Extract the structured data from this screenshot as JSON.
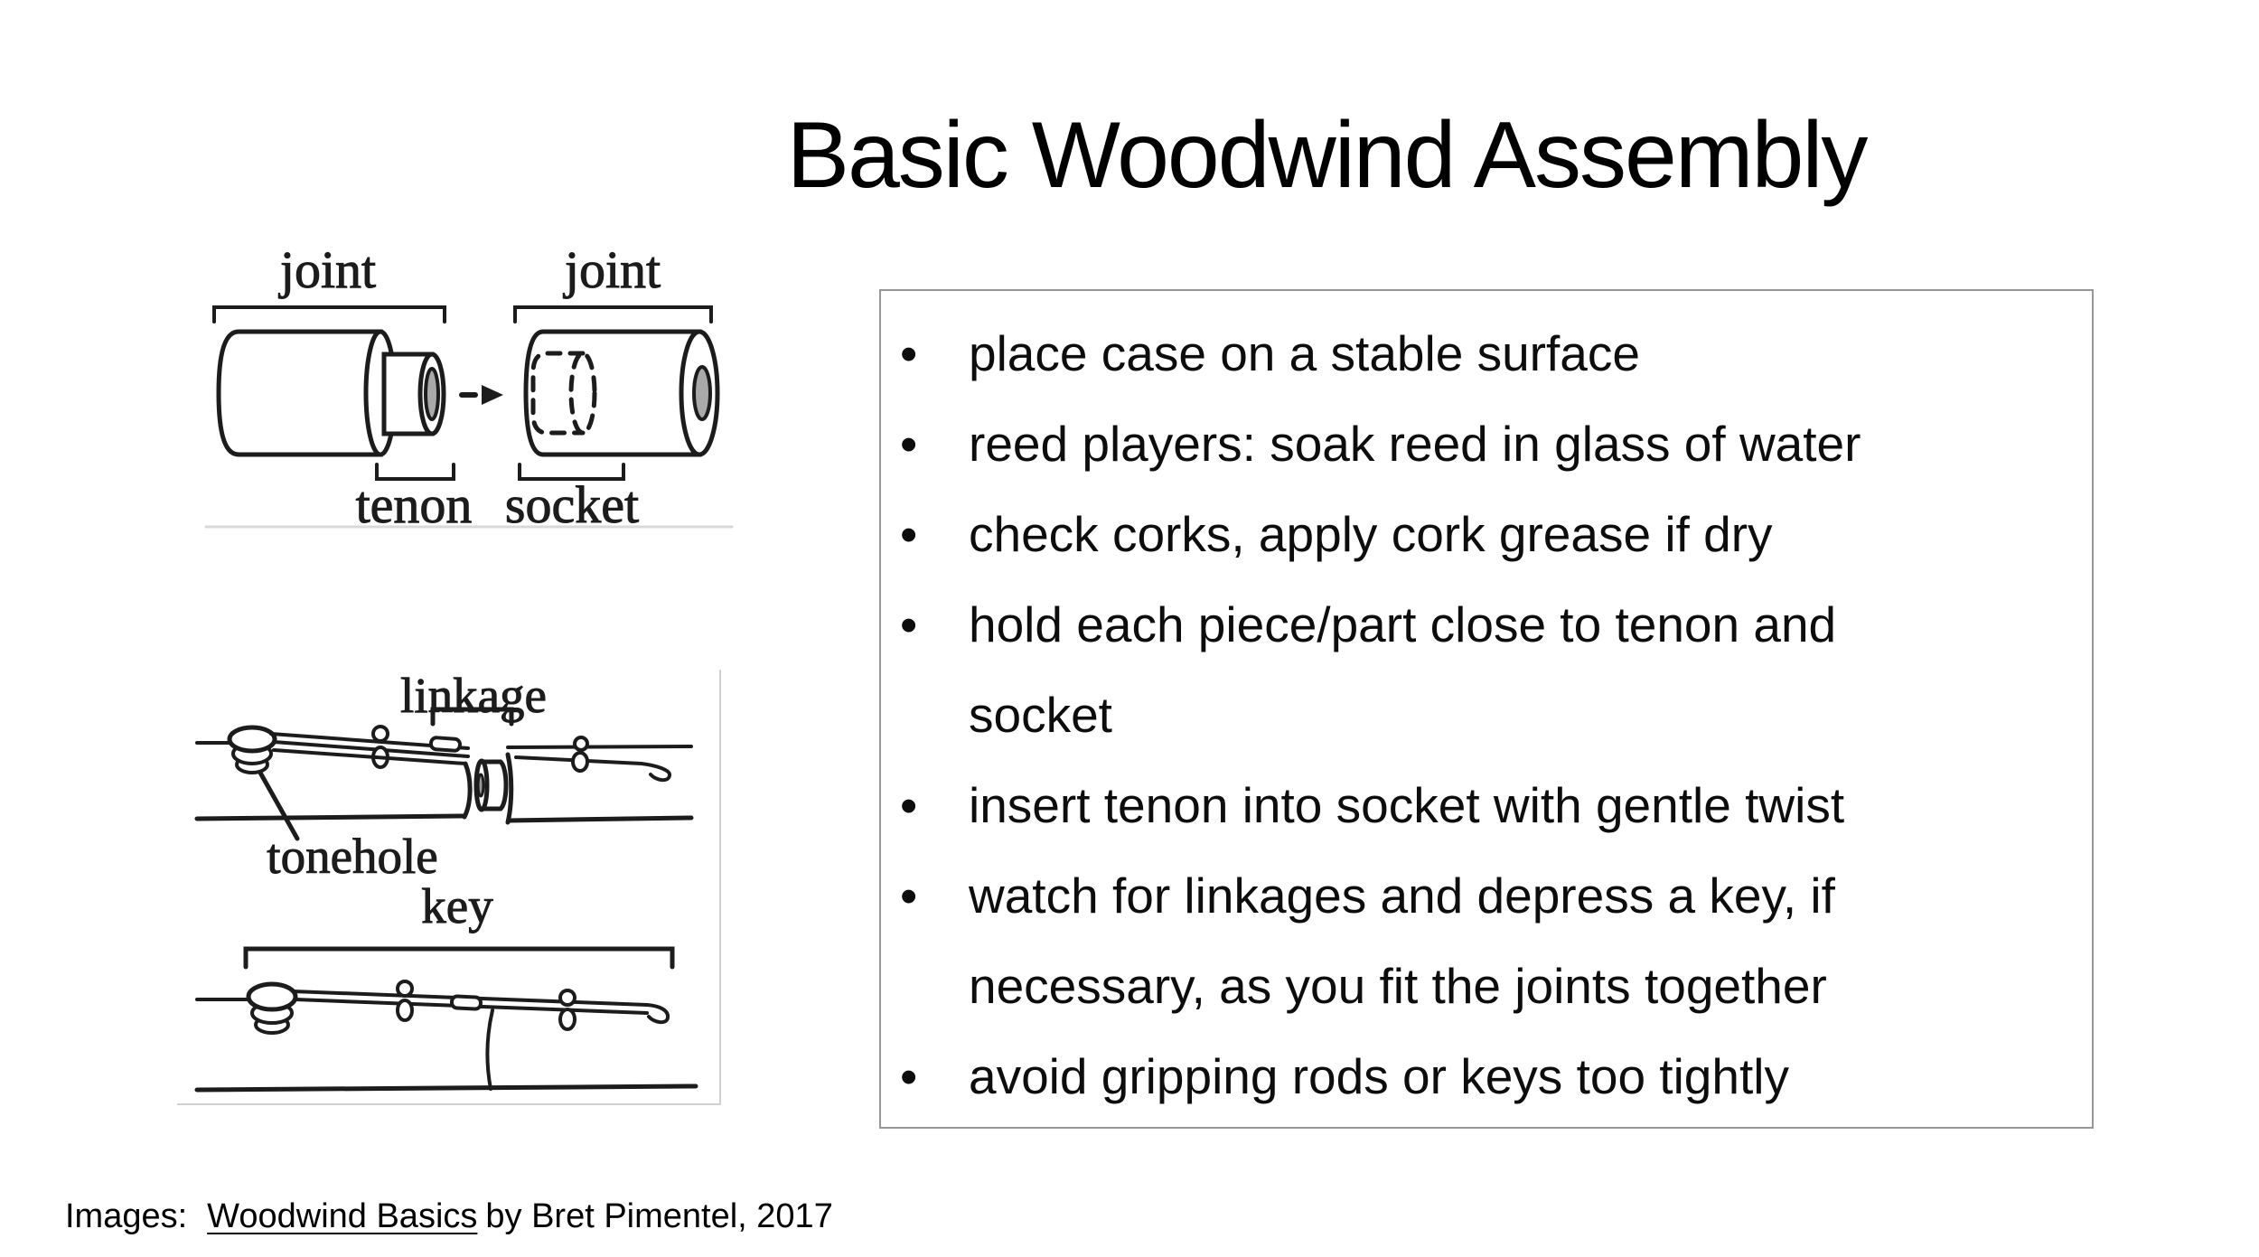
{
  "slide": {
    "title": "Basic Woodwind Assembly"
  },
  "diagram_joint": {
    "labels": {
      "joint_left": "joint",
      "joint_right": "joint",
      "tenon": "tenon",
      "socket": "socket"
    }
  },
  "diagram_keys": {
    "labels": {
      "linkage": "linkage",
      "tonehole": "tonehole",
      "key": "key"
    }
  },
  "instructions": {
    "bullet_char": "•",
    "items": [
      "place case on a stable surface",
      "reed players: soak reed in glass of water",
      "check corks, apply cork grease if dry",
      "hold each piece/part close to tenon and\nsocket",
      "insert tenon into socket with gentle twist",
      "watch for linkages and depress a key, if\nnecessary, as you fit the joints together",
      "avoid gripping rods or keys too tightly"
    ]
  },
  "credit": {
    "prefix": "Images:",
    "link_text": "Woodwind Basics",
    "suffix": "by Bret Pimentel, 2017"
  },
  "colors": {
    "panel_border": "#979797",
    "diagram_gray": "#a9a9a9",
    "diagram_edge": "#d8d8d8",
    "stroke": "#1c1c1c"
  }
}
